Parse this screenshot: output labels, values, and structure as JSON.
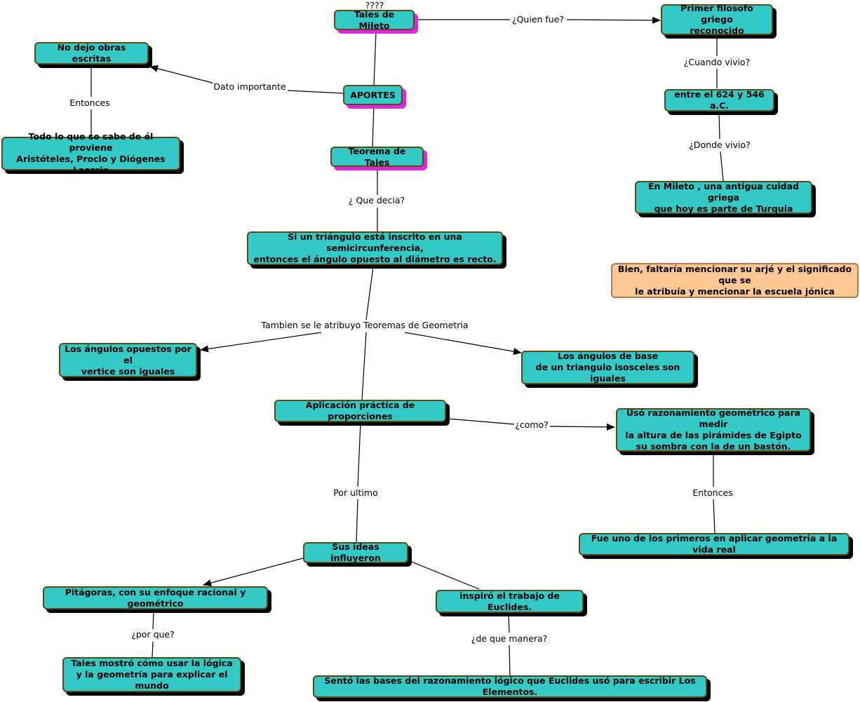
{
  "nodes": {
    "tales": "Tales de Mileto",
    "aportes": "APORTES",
    "teorema": "Teorema de Tales",
    "semicirc": "Si un triángulo está inscrito en una semicircunferencia,\nentonces el ángulo opuesto al diámetro es recto.",
    "filosofo": "Primer filosofo griego\nreconocido",
    "fechas": "entre el 624 y 546 a.C.",
    "mileto": "En Mileto , una antigua cuidad griega\nque hoy es parte de Turquia",
    "no_obras": "No dejo obras escritas",
    "sabe": "Todo lo que se sabe de él proviene\nAristóteles, Proclo y Diógenes Laercio",
    "nota": "Bien, faltaría mencionar su arjé y el significado que se\nle atribuía y mencionar la escuela jónica",
    "opuestos": "Los ángulos opuestos por el\nvertice son iguales",
    "base": "Los ángulos de base\nde un triangulo isosceles son iguales",
    "aplicacion": "Aplicación práctica de proporciones",
    "piramides": "Usó razonamiento geométrico para medir\nla altura de las pirámides de Egipto\nsu sombra con la de un bastón.",
    "primeros": "Fue uno de los primeros en aplicar geometria a la vida real",
    "ideas": "Sus ideas influyeron",
    "pitagoras": "Pitágoras, con su enfoque racional y geométrico",
    "euclides": "inspiró el trabajo de Euclides.",
    "logica": "Tales mostró cómo usar la lógica\ny la geometría para explicar el mundo",
    "elementos": "Sentó las bases del razonamiento lógico que Euclides usó para escribir Los Elementos."
  },
  "labels": {
    "question": "????",
    "quien_fue": "¿Quien fue?",
    "cuando_vivio": "¿Cuando vivio?",
    "donde_vivio": "¿Donde vivio?",
    "dato_importante": "Dato importante",
    "entonces_1": "Entonces",
    "que_decia": "¿ Que decia?",
    "tambien": "Tambien se le atribuyo Teoremas de Geometria",
    "como": "¿como?",
    "entonces_2": "Entonces",
    "por_ultimo": "Por ultimo",
    "por_que": "¿por que?",
    "de_que_manera": "¿de que manera?"
  },
  "colors": {
    "node_fill": "#33c9c6",
    "node_shadow": "#000000",
    "highlight_shadow": "#e026e0",
    "note_fill": "#fdc894"
  }
}
